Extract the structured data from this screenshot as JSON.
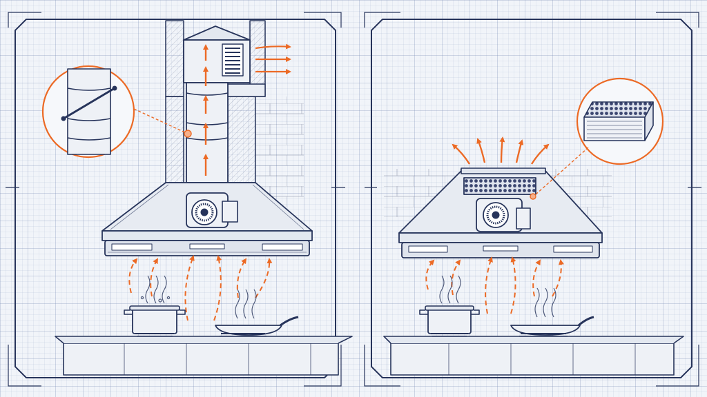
{
  "diagrams": [
    {
      "id": "ducted",
      "airflow": "outside",
      "inset": "damper"
    },
    {
      "id": "recirculating",
      "airflow": "room",
      "inset": "carbon-filter"
    }
  ],
  "colors": {
    "line": "#27345b",
    "accent": "#ec6a25",
    "wall": "#e9edf4",
    "paper": "#f1f4f9",
    "metal": "#e3e8f0"
  },
  "icons": [
    "fan-icon",
    "airflow-arrow-icon",
    "steam-icon",
    "pot-icon",
    "frying-pan-icon",
    "filter-icon",
    "damper-icon"
  ]
}
